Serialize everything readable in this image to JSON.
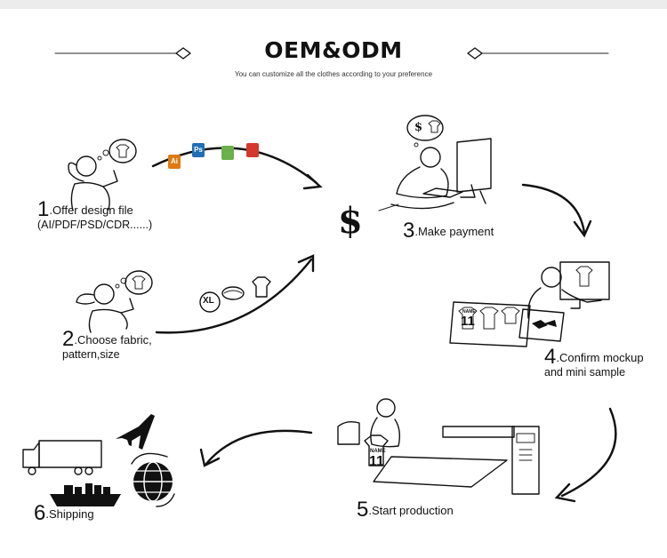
{
  "header": {
    "title": "OEM&ODM",
    "subtitle": "You can customize all the clothes according to your preference"
  },
  "steps": [
    {
      "num": "1",
      "label": ".Offer design file",
      "sub": "(AI/PDF/PSD/CDR......)"
    },
    {
      "num": "2",
      "label": ".Choose fabric,",
      "sub": "pattern,size"
    },
    {
      "num": "3",
      "label": ".Make payment",
      "sub": ""
    },
    {
      "num": "4",
      "label": ".Confirm mockup",
      "sub": "and mini sample"
    },
    {
      "num": "5",
      "label": ".Start production",
      "sub": ""
    },
    {
      "num": "6",
      "label": ".Shipping",
      "sub": ""
    }
  ],
  "file_badges": [
    {
      "text": "Ai",
      "color": "#e07a10"
    },
    {
      "text": "Ps",
      "color": "#1f6fb6"
    },
    {
      "text": "",
      "color": "#6ab04c"
    },
    {
      "text": "",
      "color": "#d4382c"
    }
  ],
  "currency_symbol": "$",
  "fabric_size_tag": "XL",
  "jersey_print": {
    "name": "NAME",
    "number": "11"
  },
  "icons": [
    "design-file-icons",
    "dollar-icon",
    "fabric-roll-icon",
    "tshirt-icon",
    "truck-icon",
    "airplane-icon",
    "ship-icon",
    "globe-icon",
    "computer-icon",
    "printer-machine-icon"
  ],
  "colors": {
    "ink": "#111111",
    "topbar": "#ececec"
  }
}
